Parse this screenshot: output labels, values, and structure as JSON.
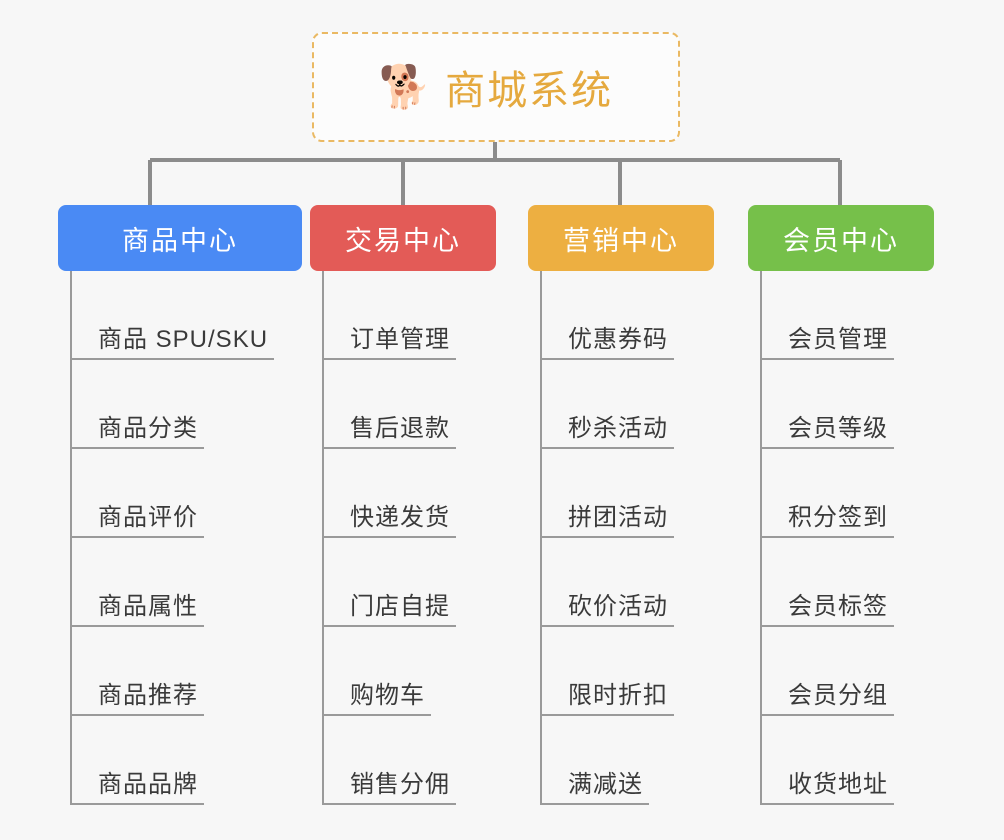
{
  "diagram": {
    "background_color": "#f7f7f7",
    "root": {
      "icon": "shiba-dog-emoji",
      "icon_glyph": "🐕",
      "title": "商城系统",
      "title_color": "#e5a93e",
      "border_color": "#eab963",
      "border_style": "dashed"
    },
    "connector_color": "#8c8c8c",
    "columns": [
      {
        "id": "product-center",
        "title": "商品中心",
        "color": "#4a8af4",
        "items": [
          "商品 SPU/SKU",
          "商品分类",
          "商品评价",
          "商品属性",
          "商品推荐",
          "商品品牌"
        ]
      },
      {
        "id": "trade-center",
        "title": "交易中心",
        "color": "#e35b57",
        "items": [
          "订单管理",
          "售后退款",
          "快递发货",
          "门店自提",
          "购物车",
          "销售分佣"
        ]
      },
      {
        "id": "marketing-center",
        "title": "营销中心",
        "color": "#edaf41",
        "items": [
          "优惠券码",
          "秒杀活动",
          "拼团活动",
          "砍价活动",
          "限时折扣",
          "满减送"
        ]
      },
      {
        "id": "member-center",
        "title": "会员中心",
        "color": "#76c04a",
        "items": [
          "会员管理",
          "会员等级",
          "积分签到",
          "会员标签",
          "会员分组",
          "收货地址"
        ]
      }
    ]
  }
}
